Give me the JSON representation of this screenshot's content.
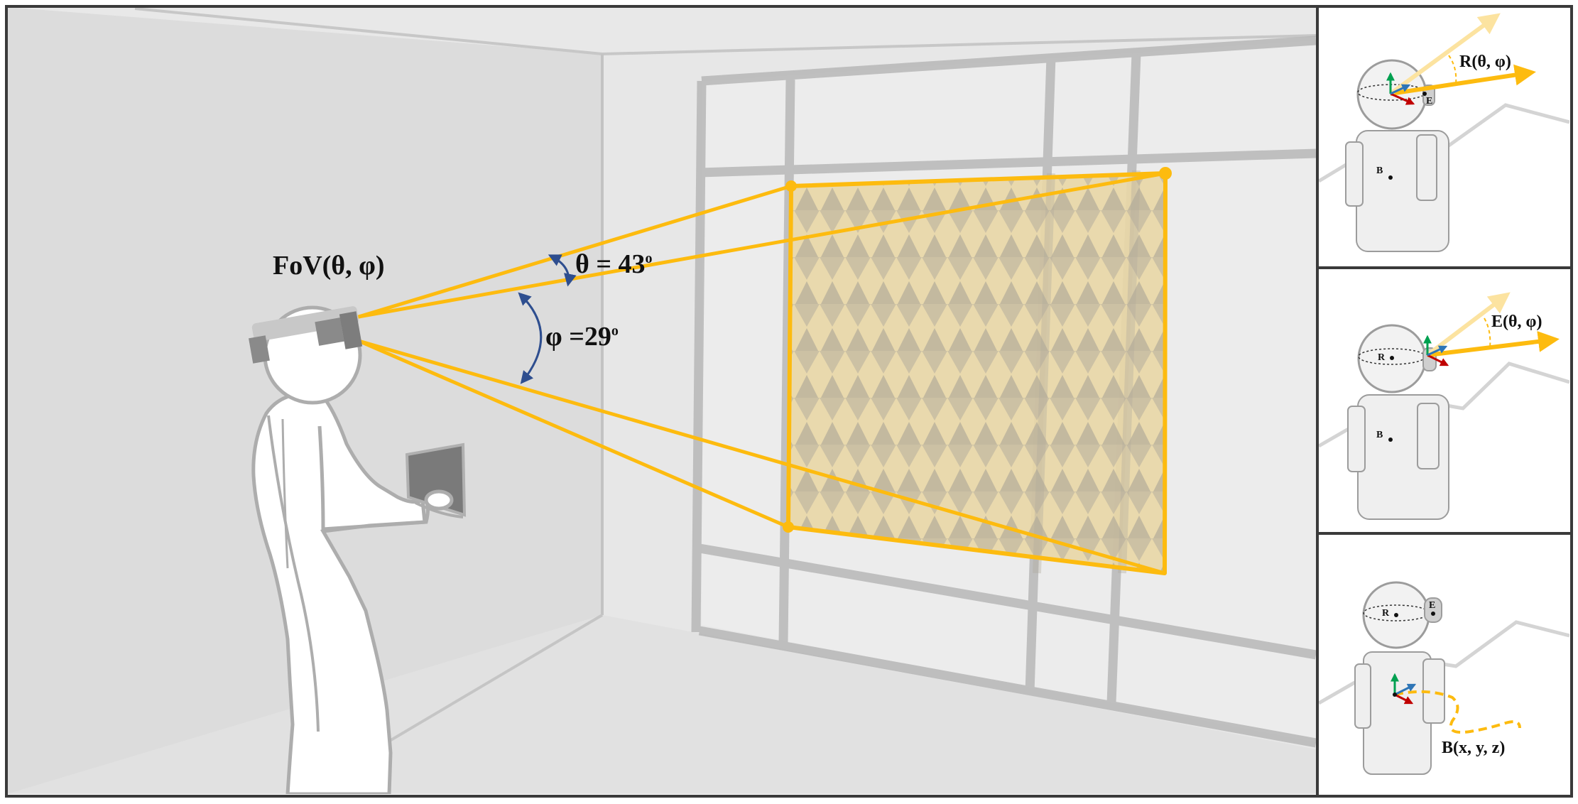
{
  "main_scene": {
    "fov_label": "FoV(θ, φ)",
    "theta_label": "θ = 43",
    "theta_sup": "o",
    "phi_label": "φ =29",
    "phi_sup": "o"
  },
  "panels": [
    {
      "ray_label": "R(θ, φ)",
      "marker_e": "E",
      "marker_b": "B"
    },
    {
      "ray_label": "E(θ, φ)",
      "marker_r": "R",
      "marker_b": "B"
    },
    {
      "ray_label": "B(x, y, z)",
      "marker_r": "R",
      "marker_e": "E"
    }
  ],
  "colors": {
    "fov_orange": "#FDBB0F",
    "fov_fill": "#E9D7A6",
    "angle_arc": "#2E4E8F",
    "wall": "#DCDCDC",
    "frame": "#A6A6A6",
    "axis_red": "#C00000",
    "axis_green": "#00A050",
    "axis_blue": "#2E75B6"
  }
}
